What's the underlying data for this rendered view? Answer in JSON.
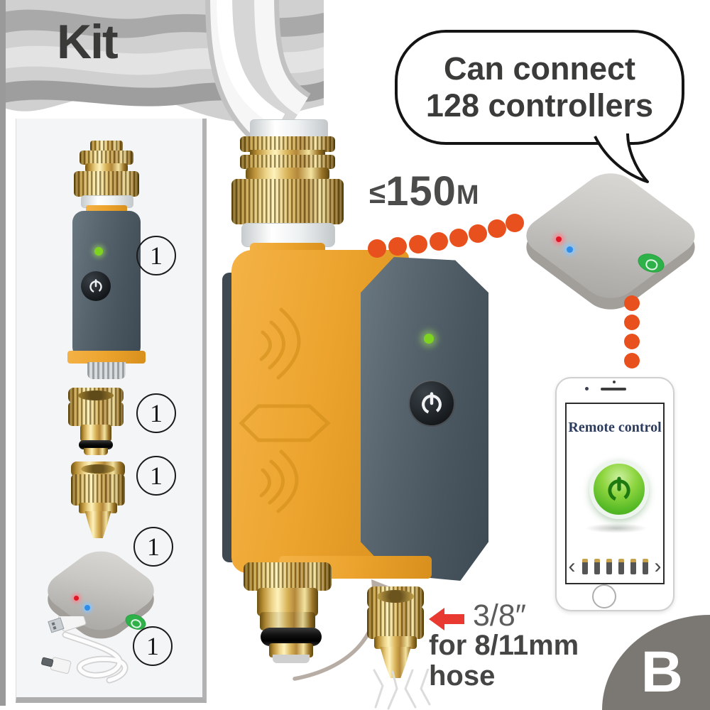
{
  "ribbon": {
    "label": "Kit"
  },
  "speech_bubble": {
    "line1": "Can connect",
    "line2": "128 controllers"
  },
  "range_label": {
    "lte": "≤",
    "value": "150",
    "unit": "M"
  },
  "adapter_callout": {
    "size": "3/8″",
    "for_line": "for 8/11mm",
    "hose_line": "hose"
  },
  "phone": {
    "title": "Remote control",
    "chevron_left": "‹",
    "chevron_right": "›"
  },
  "corner_badge": {
    "label": "B"
  },
  "kit_panel": {
    "items": [
      {
        "id": "watering-timer",
        "qty": "1"
      },
      {
        "id": "faucet-adapter",
        "qty": "1"
      },
      {
        "id": "hose-quick-connector",
        "qty": "1"
      },
      {
        "id": "wifi-gateway",
        "qty": "1"
      },
      {
        "id": "usb-charging-cable",
        "qty": "1"
      }
    ]
  },
  "colors": {
    "accent_orange_dots": "#e8511e",
    "body_orange": "#eca42e",
    "body_slate": "#4d5a64",
    "brass": "#d8b257",
    "led_green": "#7ed321",
    "led_red": "#e01825",
    "led_blue": "#2e8de8",
    "logo_green": "#2fb14a",
    "corner_gray": "#7b7874"
  }
}
